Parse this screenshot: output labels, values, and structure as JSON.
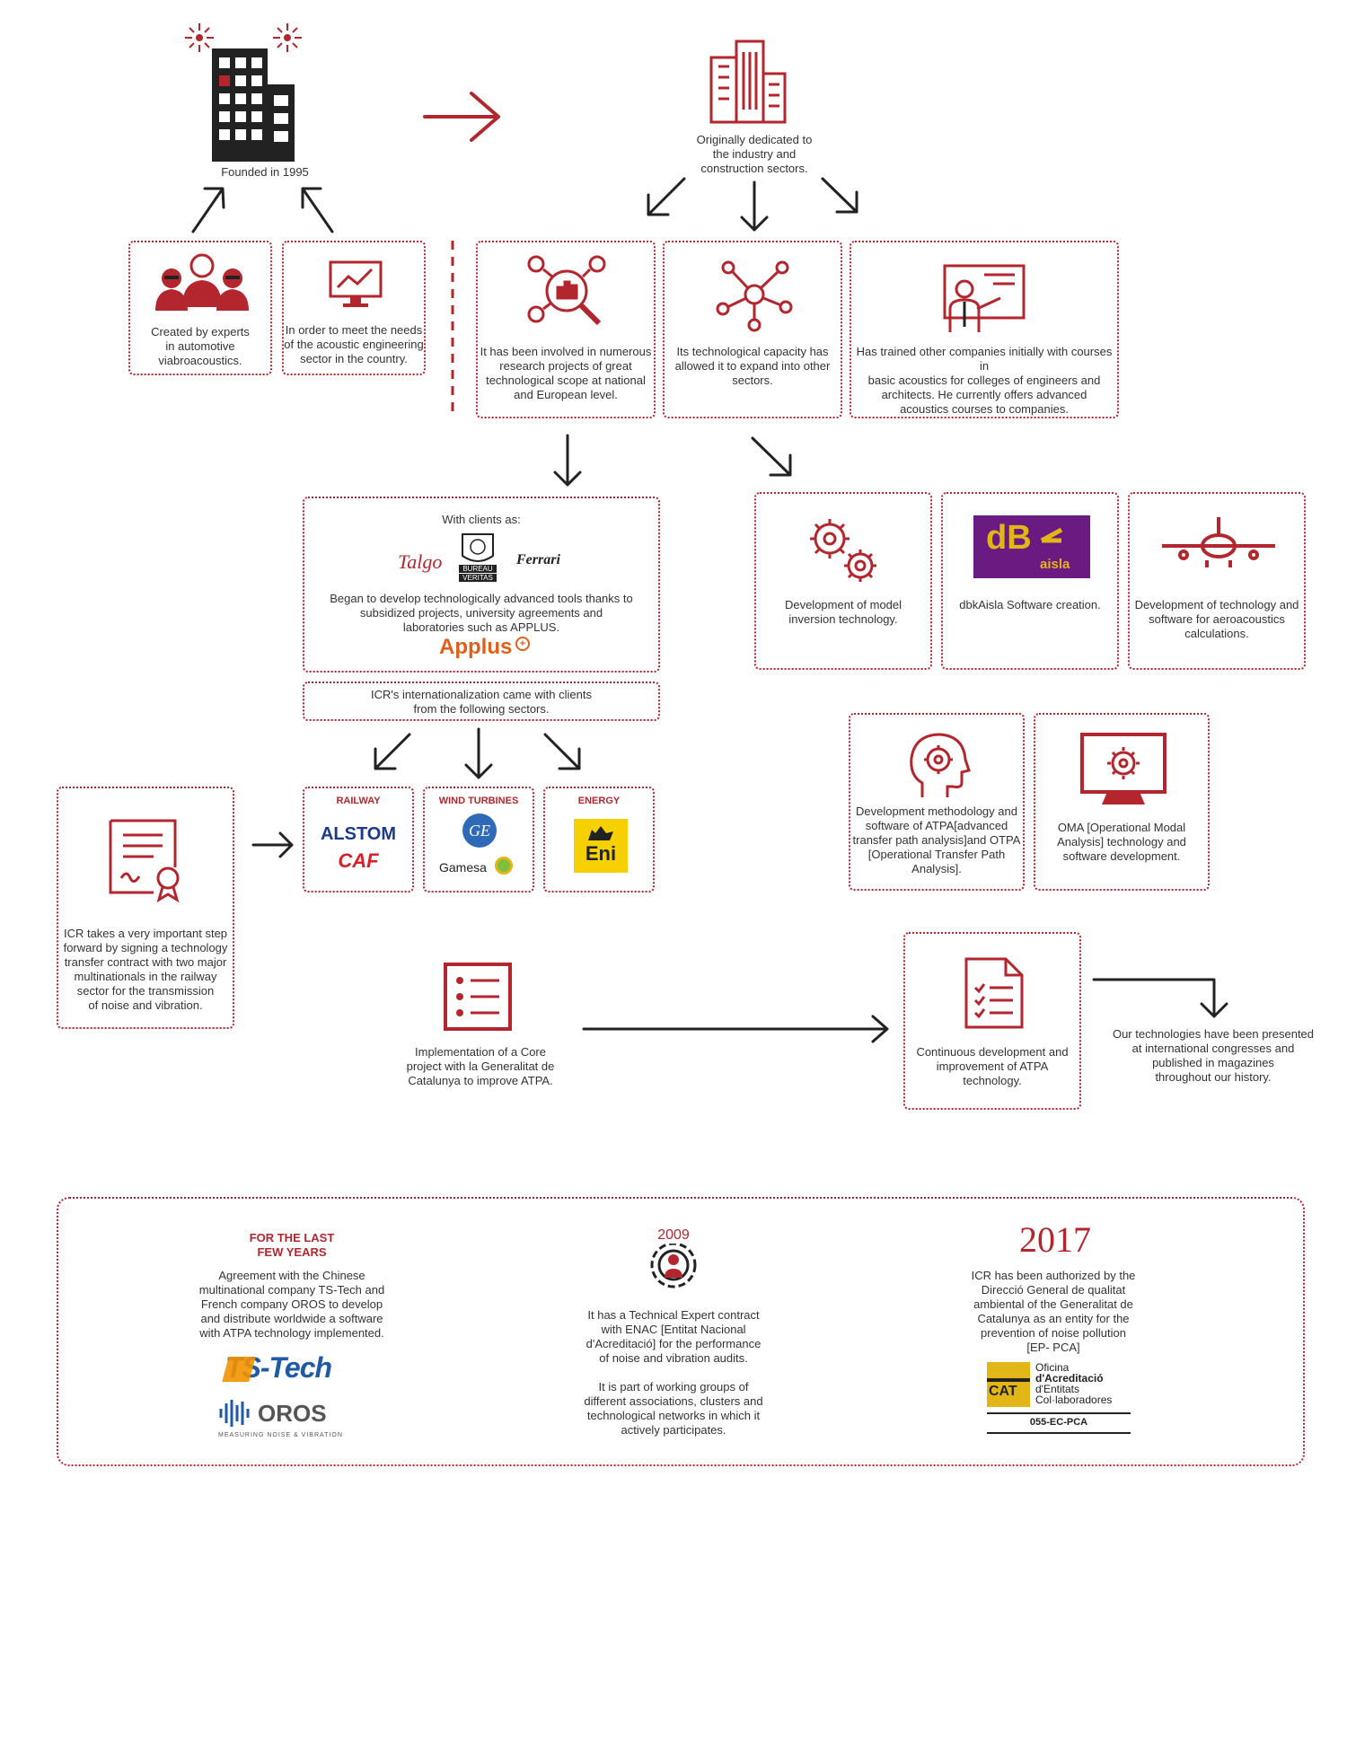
{
  "founded": {
    "text": "Founded in 1995"
  },
  "originally": {
    "text": "Originally dedicated to\nthe industry and\nconstruction sectors."
  },
  "experts": {
    "text": "Created by experts\nin automotive\nviabroacoustics."
  },
  "needs": {
    "text": "In order to meet the needs\nof the acoustic engineering\nsector in the country."
  },
  "research": {
    "text": "It has been involved in numerous\nresearch projects of great\ntechnological scope at national\nand European level."
  },
  "capacity": {
    "text": "Its technological capacity has\nallowed it to expand into other\nsectors."
  },
  "trained": {
    "text": "Has trained other companies initially with courses in\nbasic acoustics for colleges of engineers and\narchitects. He currently offers advanced\nacoustics courses to companies."
  },
  "clients": {
    "heading": "With clients as:",
    "text": "Began to develop technologically advanced tools thanks to\nsubsidized projects, university agreements and\nlaboratories such as APPLUS.",
    "logos": {
      "talgo": "Talgo",
      "bureau1": "BUREAU",
      "bureau2": "VERITAS",
      "ferrari": "Ferrari",
      "applus": "Applus"
    }
  },
  "international": {
    "text": "ICR's internationalization came with clients\nfrom the following sectors."
  },
  "sectors": {
    "railway": {
      "label": "RAILWAY",
      "logo1": "ALSTOM",
      "logo2": "CAF"
    },
    "wind": {
      "label": "WIND TURBINES",
      "logo1": "GE",
      "logo2": "Gamesa"
    },
    "energy": {
      "label": "ENERGY",
      "logo1": "Eni"
    }
  },
  "model_inversion": {
    "text": "Development of model\ninversion technology."
  },
  "dbkaisla": {
    "logo1": "dB",
    "logo2": "aisla",
    "text": "dbkAisla Software creation."
  },
  "aero": {
    "text": "Development of technology and\nsoftware for aeroacoustics\ncalculations."
  },
  "atpa": {
    "text": "Development methodology and\nsoftware  of ATPA[advanced\ntransfer path analysis]and OTPA\n[Operational Transfer Path\nAnalysis]."
  },
  "oma": {
    "text": "OMA [Operational Modal\nAnalysis] technology and\nsoftware development."
  },
  "transfer": {
    "text": "ICR takes a very important step\nforward by signing a technology\ntransfer contract with two major\nmultinationals in the railway\nsector for the transmission\nof noise and vibration."
  },
  "core": {
    "text": "Implementation of a Core\nproject with la Generalitat de\nCatalunya to improve ATPA."
  },
  "continuous": {
    "text": "Continuous development and\nimprovement of ATPA\ntechnology."
  },
  "congresses": {
    "text": "Our technologies have been presented\nat international congresses and\npublished in magazines\nthroughout our history."
  },
  "bottom": {
    "left": {
      "title": "FOR THE LAST\nFEW YEARS",
      "text": "Agreement with the Chinese\nmultinational company TS-Tech and\nFrench company OROS to develop\nand distribute worldwide a software\nwith ATPA technology implemented.",
      "logo1": "TS-Tech",
      "logo2": "OROS",
      "logo2_sub": "MEASURING NOISE & VIBRATION"
    },
    "middle": {
      "year": "2009",
      "text": "It has a Technical Expert contract\nwith ENAC [Entitat Nacional\nd'Acreditació] for the performance\nof noise and vibration audits.\n\nIt is part of working groups of\ndifferent associations, clusters and\ntechnological networks in which it\nactively participates."
    },
    "right": {
      "year": "2017",
      "text": "ICR has been authorized by the\nDirecció General de qualitat\nambiental of the Generalitat de\nCatalunya as an entity for the\nprevention of noise pollution\n[EP- PCA]",
      "logo_line1": "Oficina",
      "logo_line2": "d'Acreditació",
      "logo_line3": "d'Entitats",
      "logo_line4": "Col·laboradores",
      "logo_code": "055-EC-PCA",
      "logo_mark": "CAT"
    }
  },
  "colors": {
    "accent": "#b3262d",
    "dark": "#222222",
    "purple": "#6a1b82",
    "gold": "#e2b616",
    "ts_orange": "#f29200",
    "ts_blue": "#1f5aa6"
  }
}
